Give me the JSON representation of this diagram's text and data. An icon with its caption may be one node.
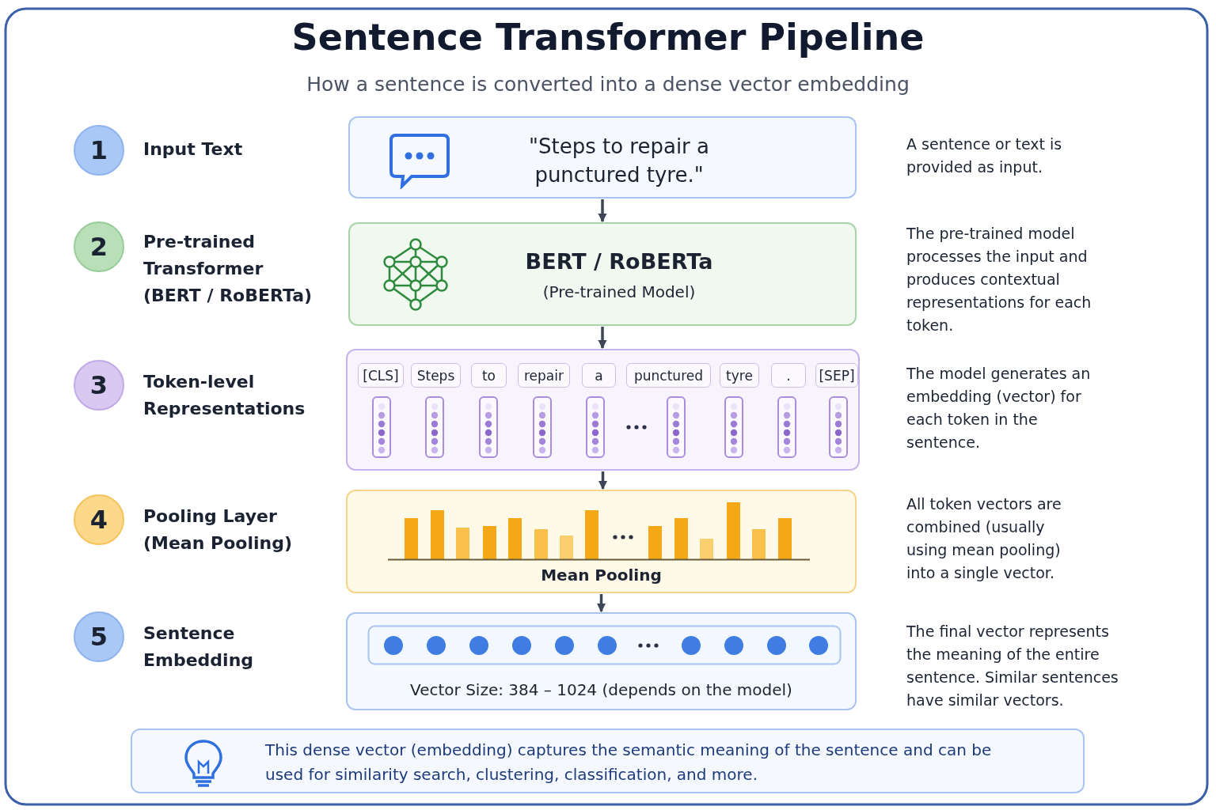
{
  "diagram": {
    "title": "Sentence Transformer Pipeline",
    "nodes": [
      {
        "text": [
          "1"
        ]
      },
      {
        "text": [
          "\"Steps to repair a punctured tyre.\""
        ]
      },
      {
        "text": [
          "2"
        ]
      },
      {
        "text": [
          "BERT / RoBERTa",
          "(Pre-trained Model)"
        ]
      },
      {
        "text": [
          "3"
        ]
      },
      {
        "text": [],
        "shape": "box"
      },
      {
        "text": [
          "[CLS]"
        ],
        "in": 5
      },
      {
        "text": [
          "Steps"
        ],
        "in": 5
      },
      {
        "text": [
          "to"
        ],
        "in": 5
      },
      {
        "text": [
          "repair"
        ],
        "in": 5
      },
      {
        "text": [
          "a"
        ],
        "in": 5
      },
      {
        "text": [
          "punctured"
        ],
        "in": 5
      },
      {
        "text": [
          "tyre"
        ],
        "in": 5
      },
      {
        "text": [
          "."
        ],
        "in": 5
      },
      {
        "text": [
          "[SEP]"
        ],
        "in": 5
      },
      {
        "text": [
          "4"
        ]
      },
      {
        "text": [
          "Mean Pooling"
        ]
      },
      {
        "text": [
          "5"
        ]
      },
      {
        "text": [
          "Vector Size: 384 – 1024 (depends on the model)"
        ]
      },
      {
        "text": [
          "This dense vector (embedding) captures the semantic meaning of the sentence and can be used for similarity search, clustering, classification, and more."
        ]
      }
    ],
    "edges": [
      {
        "from": 1,
        "to": 3,
        "arrow": "to"
      },
      {
        "from": 3,
        "to": 5,
        "arrow": "to"
      },
      {
        "from": 5,
        "to": 16,
        "arrow": "to"
      },
      {
        "from": 16,
        "to": 18,
        "arrow": "to"
      }
    ],
    "labels": [
      "How a sentence is converted into a dense vector embedding",
      "Input Text",
      "A sentence or text is provided as input.",
      "Pre-trained Transformer (BERT / RoBERTa)",
      "The pre-trained model processes the input and produces contextual representations for each token.",
      "Token-level Representations",
      "The model generates an embedding (vector) for each token in the sentence.",
      "Pooling Layer (Mean Pooling)",
      "All token vectors are combined (usually using mean pooling) into a single vector.",
      "Sentence Embedding",
      "The final vector represents the meaning of the entire sentence. Similar sentences have similar vectors."
    ]
  }
}
